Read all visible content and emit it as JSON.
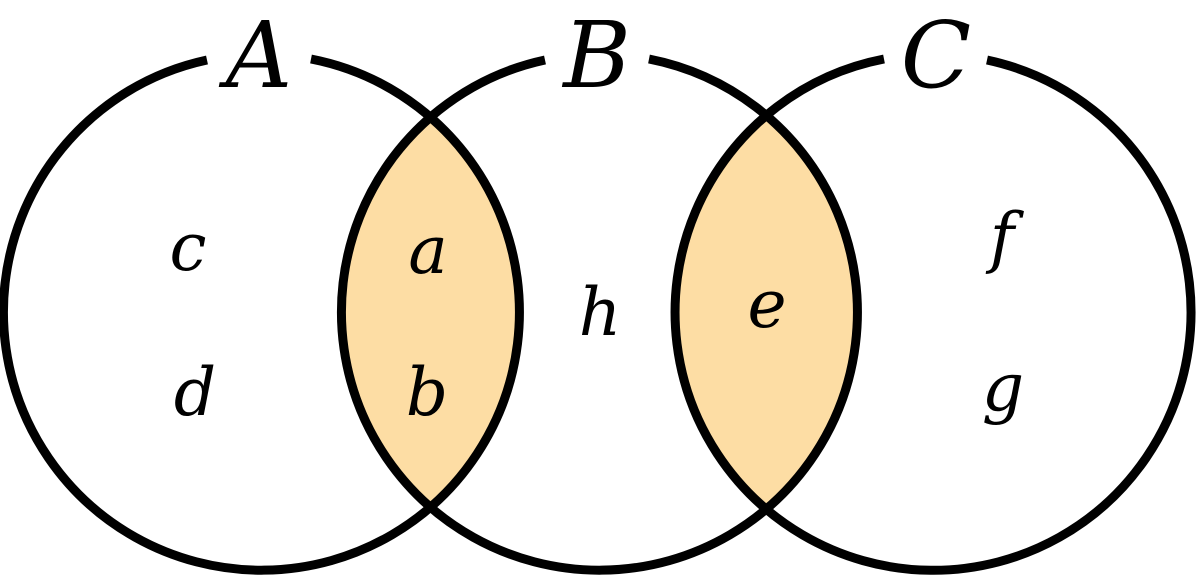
{
  "diagram": {
    "sets": [
      {
        "name": "A",
        "elements_only": [
          "c",
          "d"
        ]
      },
      {
        "name": "B",
        "elements_only": [
          "h"
        ]
      },
      {
        "name": "C",
        "elements_only": [
          "f",
          "g"
        ]
      }
    ],
    "intersections": [
      {
        "sets": [
          "A",
          "B"
        ],
        "elements": [
          "a",
          "b"
        ],
        "highlighted": true
      },
      {
        "sets": [
          "B",
          "C"
        ],
        "elements": [
          "e"
        ],
        "highlighted": true
      }
    ],
    "labels": {
      "A": "A",
      "B": "B",
      "C": "C"
    },
    "elements": {
      "a": "a",
      "b": "b",
      "c": "c",
      "d": "d",
      "e": "e",
      "f": "f",
      "g": "g",
      "h": "h"
    },
    "colors": {
      "highlight": "#FDDDA4",
      "outline": "#000000",
      "background": "#FFFFFF"
    }
  }
}
